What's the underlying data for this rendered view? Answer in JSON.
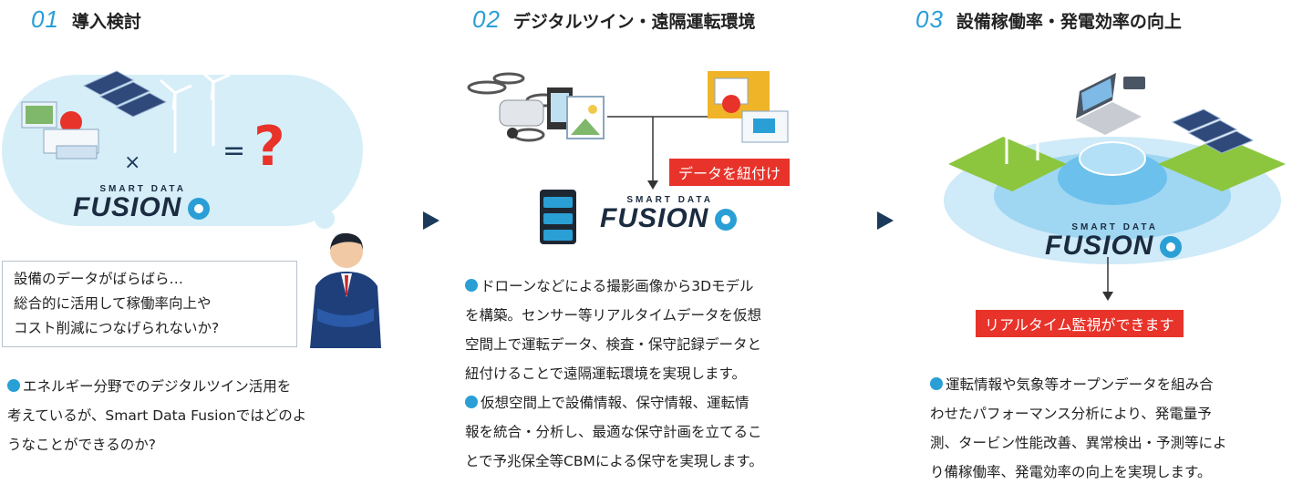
{
  "steps": [
    {
      "num": "01",
      "title": "導入検討"
    },
    {
      "num": "02",
      "title": "デジタルツイン・遠隔運転環境"
    },
    {
      "num": "03",
      "title": "設備稼働率・発電効率の向上"
    }
  ],
  "logo": {
    "small": "SMART DATA",
    "big": "FUSION"
  },
  "step1": {
    "times": "×",
    "equals": "=",
    "question": "?",
    "thought_lines": [
      "設備のデータがばらばら…",
      "総合的に活用して稼働率向上や",
      "コスト削減につなげられないか?"
    ],
    "body_lines": [
      "エネルギー分野でのデジタルツイン活用を",
      "考えているが、Smart Data Fusionではどのよ",
      "うなことができるのか?"
    ]
  },
  "step2": {
    "tag": "データを紐付け",
    "body_lines": [
      "ドローンなどによる撮影画像から3Dモデル",
      "を構築。センサー等リアルタイムデータを仮想",
      "空間上で運転データ、検査・保守記録データと",
      "紐付けることで遠隔運転環境を実現します。",
      "仮想空間上で設備情報、保守情報、運転情",
      "報を統合・分析し、最適な保守計画を立てるこ",
      "とで予兆保全等CBMによる保守を実現します。"
    ]
  },
  "step3": {
    "tag": "リアルタイム監視ができます",
    "body_lines": [
      "運転情報や気象等オープンデータを組み合",
      "わせたパフォーマンス分析により、発電量予",
      "測、タービン性能改善、異常検出・予測等によ",
      "り備稼働率、発電効率の向上を実現します。"
    ]
  },
  "colors": {
    "accent": "#2a9fd6",
    "tag": "#e8332a",
    "question": "#e8332a",
    "cloud": "#d6eef8",
    "arrow": "#1b3a5a"
  }
}
